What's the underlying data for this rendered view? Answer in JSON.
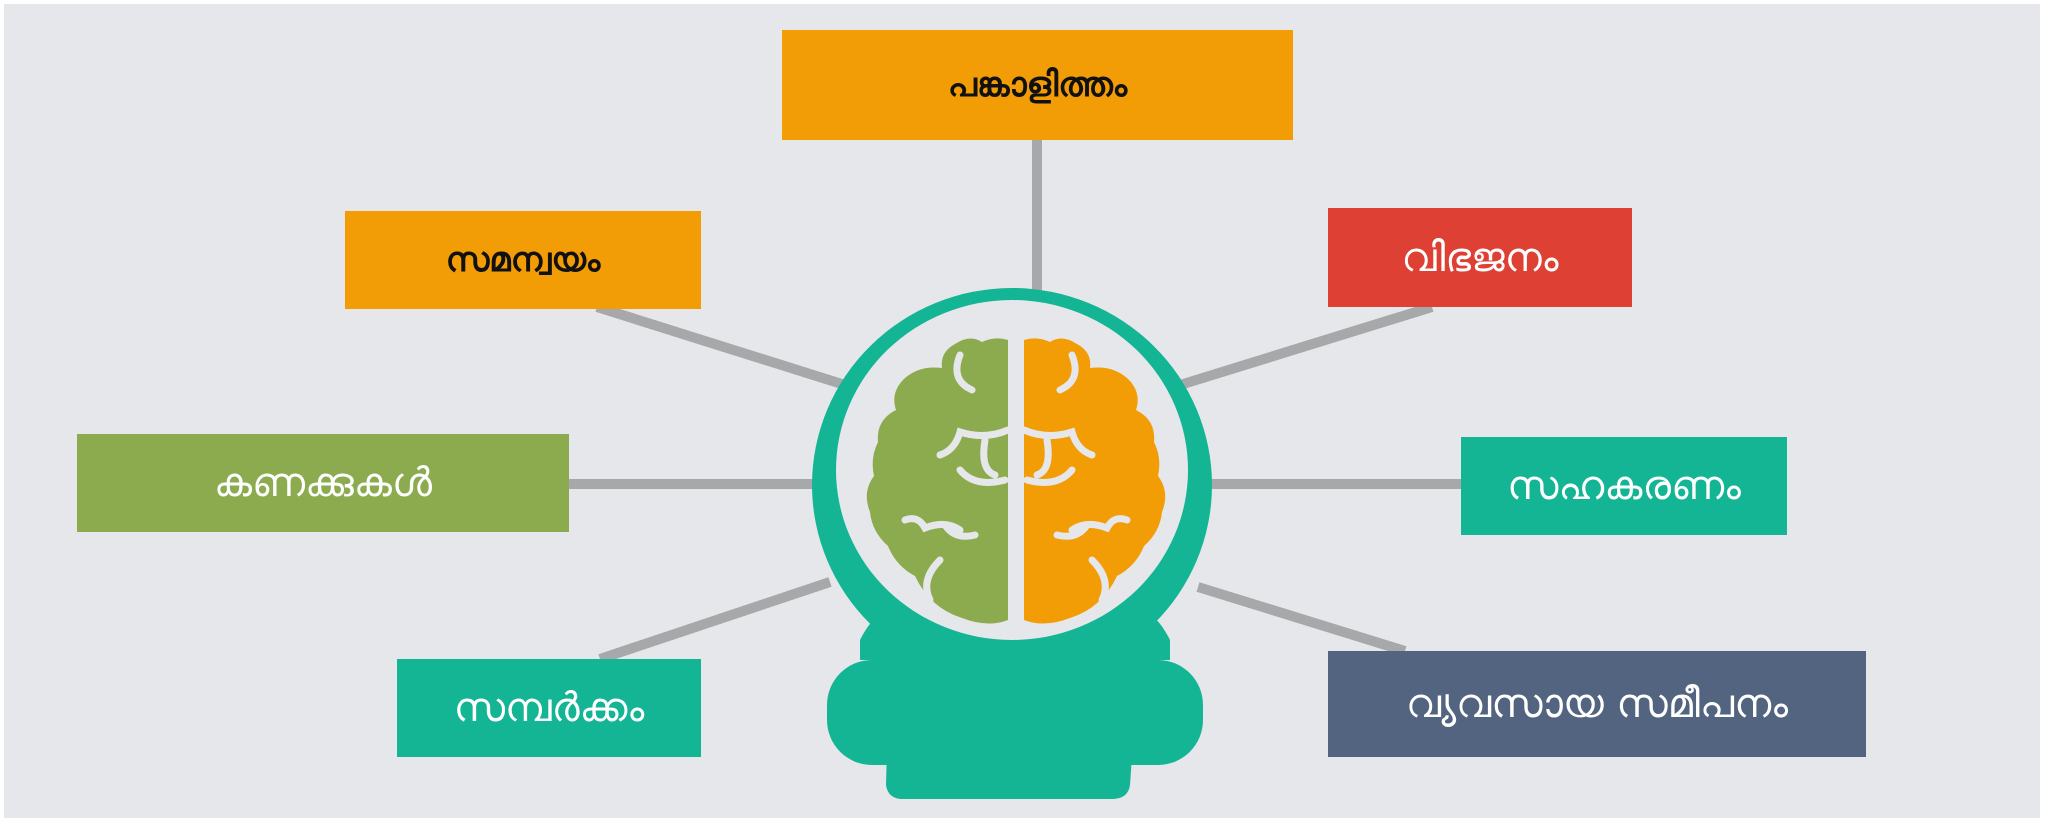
{
  "colors": {
    "background": "#e6e7ea",
    "connector": "#a7a8a9",
    "head": "#13b595",
    "head_inner": "#e6e7ea",
    "brain_left": "#8cab4f",
    "brain_right": "#f29c06",
    "orange": "#f29c06",
    "red": "#de4134",
    "green": "#8cab4f",
    "teal": "#13b595",
    "slate": "#52647f",
    "dark_text": "#111111",
    "light_text": "#ffffff"
  },
  "nodes": {
    "top": {
      "label": "പങ്കാളിത്തം",
      "color": "#f29c06",
      "text_color": "#111111"
    },
    "top_left": {
      "label": "സമന്വയം",
      "color": "#f29c06",
      "text_color": "#111111"
    },
    "top_right": {
      "label": "വിഭജനം",
      "color": "#de4134",
      "text_color": "#ffffff"
    },
    "middle_left": {
      "label": "കണക്കുകൾ",
      "color": "#8cab4f",
      "text_color": "#ffffff"
    },
    "middle_right": {
      "label": "സഹകരണം",
      "color": "#13b595",
      "text_color": "#ffffff"
    },
    "bottom_left": {
      "label": "സമ്പർക്കം",
      "color": "#13b595",
      "text_color": "#ffffff"
    },
    "bottom_right": {
      "label": "വ്യവസായ സമീപനം",
      "color": "#52647f",
      "text_color": "#ffffff"
    }
  },
  "central_icon": "head-with-brain-icon"
}
